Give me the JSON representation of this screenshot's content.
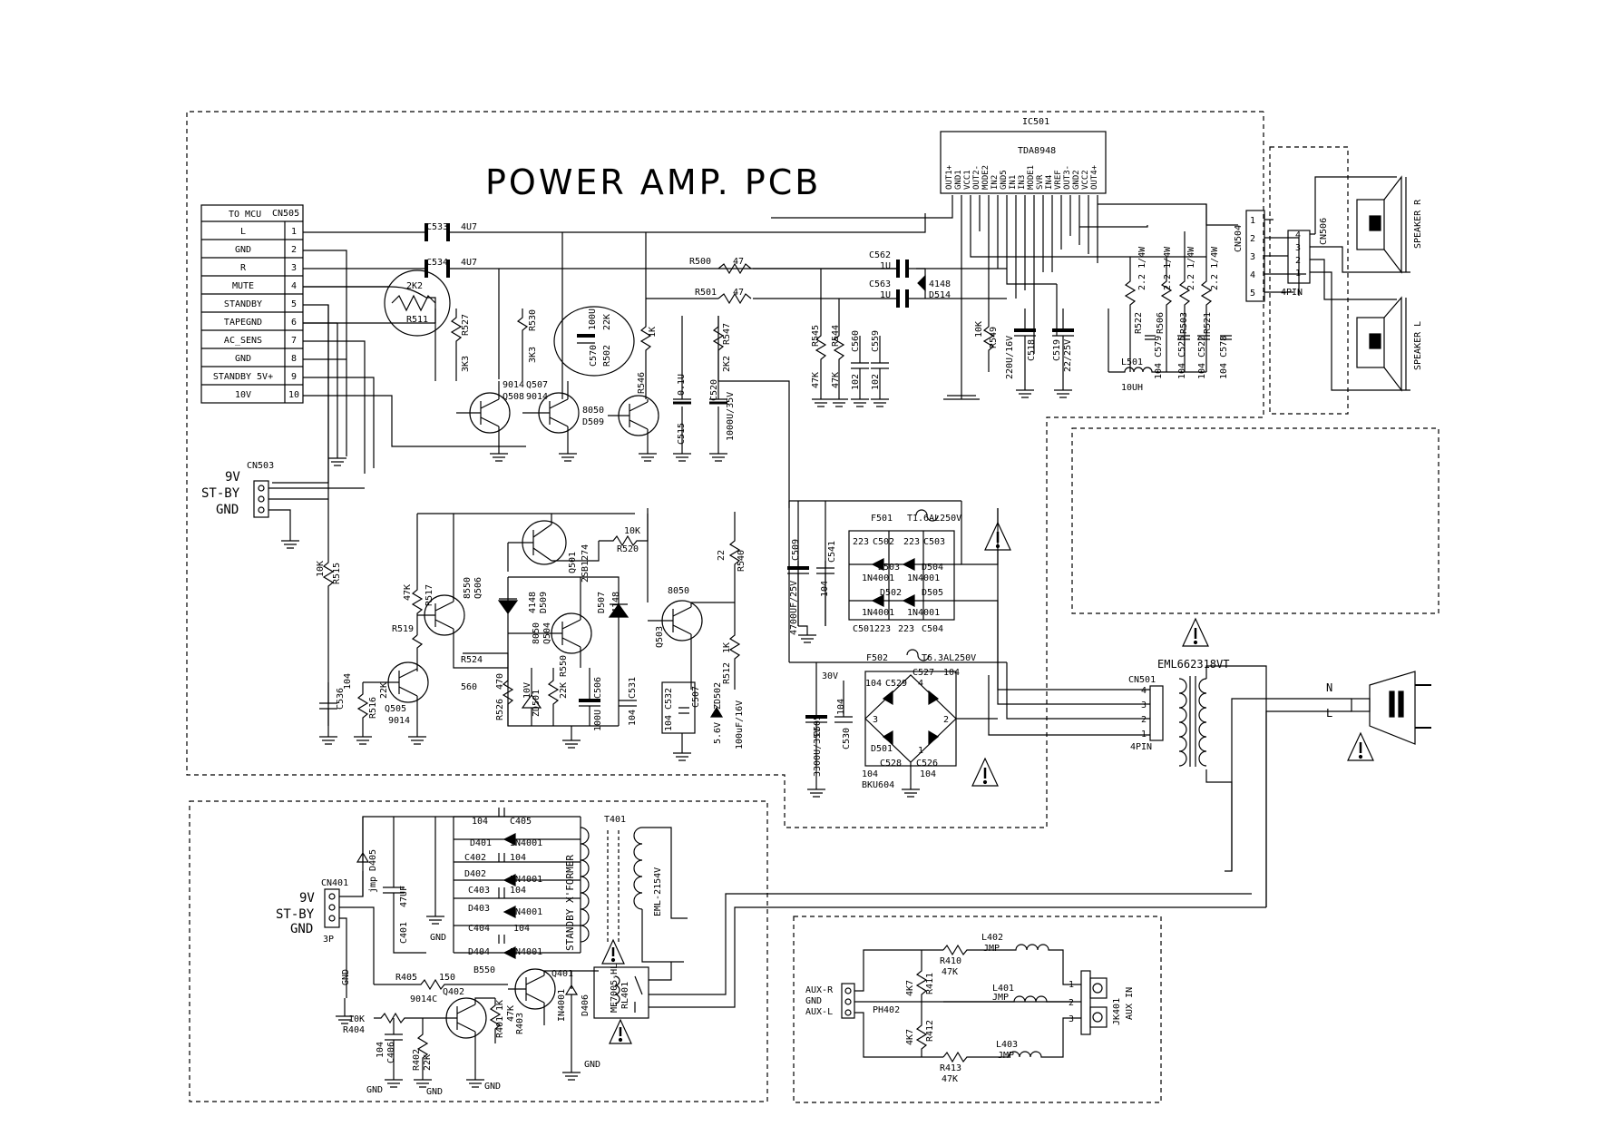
{
  "title": "POWER AMP. PCB",
  "ic501": {
    "ref": "IC501",
    "part": "TDA8948",
    "pins": [
      "OUT1+",
      "GND1",
      "VCC1",
      "OUT2-",
      "MODE2",
      "IN2",
      "GND5",
      "IN1",
      "IN3",
      "MODE1",
      "SVR",
      "IN4",
      "VREF",
      "OUT3-",
      "GND2",
      "VCC2",
      "OUT4+"
    ]
  },
  "cn505": {
    "header": "TO MCU",
    "ref": "CN505",
    "rows": [
      {
        "label": "L",
        "pin": "1"
      },
      {
        "label": "GND",
        "pin": "2"
      },
      {
        "label": "R",
        "pin": "3"
      },
      {
        "label": "MUTE",
        "pin": "4"
      },
      {
        "label": "STANDBY",
        "pin": "5"
      },
      {
        "label": "TAPEGND",
        "pin": "6"
      },
      {
        "label": "AC_SENS",
        "pin": "7"
      },
      {
        "label": "GND",
        "pin": "8"
      },
      {
        "label": "STANDBY 5V+",
        "pin": "9"
      },
      {
        "label": "10V",
        "pin": "10"
      }
    ]
  },
  "cn503": {
    "ref": "CN503",
    "l1": "9V",
    "l2": "ST-BY",
    "l3": "GND"
  },
  "cn401": {
    "ref": "CN401",
    "l1": "9V",
    "l2": "ST-BY",
    "l3": "GND",
    "sub": "3P"
  },
  "labels": {
    "c533": "C533",
    "c533v": "4U7",
    "c534": "C534",
    "c534v": "4U7",
    "r500": "R500",
    "r500v": "47",
    "r501": "R501",
    "r501v": "47",
    "c562": "C562",
    "c562v": "1U",
    "c563": "C563",
    "c563v": "1U",
    "d514a": "4148",
    "d514b": "D514",
    "r511a": "2K2",
    "r511b": "R511",
    "r527": "R527",
    "r527v": "3K3",
    "r530": "R530",
    "r530v": "3K3",
    "c570a": "100U",
    "c570b": "C570",
    "r502a": "22K",
    "r502b": "R502",
    "r546a": "1K",
    "r546b": "R546",
    "q508a": "9014",
    "q508b": "Q508",
    "q507a": "Q507",
    "q507b": "9014",
    "q509a": "8050",
    "q509b": "D509",
    "c515a": "0.1U",
    "c515b": "C515",
    "c520a": "C520",
    "c520b": "1000U/35V",
    "r547a": "R547",
    "r547b": "2K2",
    "r545a": "R545",
    "r545b": "47K",
    "r544a": "R544",
    "r544b": "47K",
    "c560a": "C560",
    "c560b": "102",
    "c559a": "C559",
    "c559b": "102",
    "r549a": "10K",
    "r549b": "R549",
    "c518a": "C518",
    "c518b": "220U/16V",
    "c519a": "C519",
    "c519b": "22/25V",
    "l501a": "L501",
    "l501b": "10UH",
    "r522": "R522",
    "r522v": "2.2 1/4W",
    "r506": "R506",
    "r506v": "2.2 1/4W",
    "r503": "R503",
    "r503v": "2.2 1/4W",
    "r521": "R521",
    "r521v": "2.2 1/4W",
    "c579": "104 C579",
    "c525": "104 C525",
    "c522": "104 C522",
    "c578": "104 C578",
    "cn504": "CN504",
    "cn506": "CN506",
    "pin4": "4PIN",
    "spkR": "SPEAKER R",
    "spkL": "SPEAKER L",
    "r515a": "10K",
    "r515b": "R515",
    "r517a": "47K",
    "r517b": "R517",
    "q506a": "8550",
    "q506b": "Q506",
    "r519": "R519",
    "r524a": "R524",
    "r524b": "560",
    "q505a": "Q505",
    "q505b": "9014",
    "c536a": "C536",
    "c536b": "104",
    "r516a": "R516",
    "r516b": "22K",
    "q501a": "Q501",
    "q501b": "2SB1274",
    "r520a": "10K",
    "r520b": "R520",
    "d509a": "4148",
    "d509b": "D509",
    "q504a": "8050",
    "q504b": "Q504",
    "d507a": "D507",
    "d507b": "4148",
    "r526a": "R526",
    "r526b": "470",
    "zd501a": "10V",
    "zd501b": "ZD501",
    "r550a": "R550",
    "r550b": "22K",
    "c506a": "C506",
    "c506b": "100U",
    "c531a": "C531",
    "c531b": "104",
    "q503a": "8050",
    "q503b": "Q503",
    "r540a": "22",
    "r540b": "R540",
    "r512a": "1K",
    "r512b": "R512",
    "c532a": "C532",
    "c532b": "104",
    "c507": "C507",
    "zd502a": "ZD502",
    "zd502b": "5.6V",
    "c507v": "100uF/16V",
    "c509a": "C509",
    "c509b": "4700UF/25V",
    "c541a": "C541",
    "c541b": "104",
    "f501": "F501",
    "f501v": "T1.6AL250V",
    "c502a": "223",
    "c502b": "C502",
    "c503a": "223",
    "c503b": "C503",
    "d503": "D503",
    "d504": "D504",
    "in4001": "1N4001",
    "d502": "D502",
    "d505": "D505",
    "c501a": "C501",
    "c501b": "223",
    "c504a": "223",
    "c504b": "C504",
    "f502": "F502",
    "f502v": "T6.3AL250V",
    "v30": "30V",
    "c529a": "104",
    "c529b": "C529",
    "c527a": "C527",
    "c527b": "104",
    "c505a": "C505",
    "c505b": "3300U/35V",
    "c530a": "C530",
    "c530b": "104",
    "d501": "D501",
    "bku": "BKU604",
    "c528a": "104",
    "c528b": "C528",
    "c526a": "C526",
    "c526b": "104",
    "n3": "3",
    "n4": "4",
    "n2": "2",
    "n1": "1",
    "tx": "EML662318VT",
    "cn501": "CN501",
    "pin4b": "4PIN",
    "lineN": "N",
    "lineL": "L",
    "d405": "D405",
    "jmp": "jmp",
    "c401a": "47UF",
    "c401b": "C401",
    "c405a": "104",
    "c405b": "C405",
    "d401a": "D401",
    "d401b": "IN4001",
    "c402a": "C402",
    "c402b": "104",
    "d402a": "D402",
    "d402b": "IN4001",
    "c403a": "C403",
    "c403b": "104",
    "d403a": "D403",
    "d403b": "IN4001",
    "c404a": "C404",
    "c404b": "104",
    "d404a": "D404",
    "d404b": "IN4001",
    "gnd": "GND",
    "t401": "T401",
    "xfmr": "STANDBY X'FORMER",
    "eml2154": "EML-2154V",
    "r405a": "R405",
    "r405b": "150",
    "b550": "B550",
    "q401": "Q401",
    "d406a": "IN4001",
    "d406b": "D406",
    "rl401a": "ME7005-HL",
    "rl401b": "RL401",
    "q402a": "9014C",
    "q402b": "Q402",
    "r404a": "10K",
    "r404b": "R404",
    "c406a": "104",
    "c406b": "C406",
    "r402a": "R402",
    "r402b": "22K",
    "r401a": "1K",
    "r401b": "R401",
    "r403a": "47K",
    "r403b": "R403",
    "auxR": "AUX-R",
    "auxG": "GND",
    "auxL": "AUX-L",
    "ph402": "PH402",
    "r410a": "R410",
    "r410b": "47K",
    "r411a": "4K7",
    "r411b": "R411",
    "r412a": "4K7",
    "r412b": "R412",
    "r413a": "R413",
    "r413b": "47K",
    "l402a": "L402",
    "l402b": "JMP",
    "l401a": "L401",
    "l401b": "JMP",
    "l403a": "L403",
    "l403b": "JMP",
    "jk401a": "JK401",
    "jk401b": "AUX IN",
    "p1": "1",
    "p2": "2",
    "p3": "3",
    "p4": "4",
    "p5": "5"
  }
}
